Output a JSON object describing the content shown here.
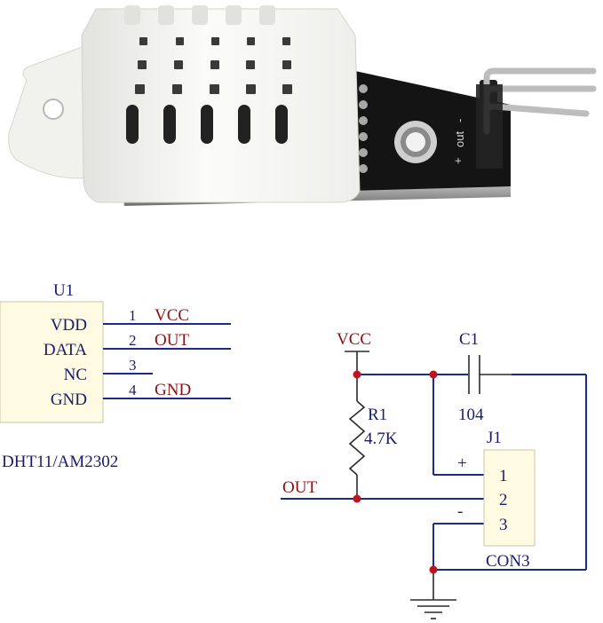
{
  "photo": {
    "pin_labels": {
      "plus": "+",
      "out": "out",
      "minus": "-"
    }
  },
  "symbol": {
    "ref": "U1",
    "pins": [
      {
        "name": "VDD",
        "number": "1",
        "net": "VCC"
      },
      {
        "name": "DATA",
        "number": "2",
        "net": "OUT"
      },
      {
        "name": "NC",
        "number": "3",
        "net": ""
      },
      {
        "name": "GND",
        "number": "4",
        "net": "GND"
      }
    ],
    "part_name": "DHT11/AM2302"
  },
  "circuit": {
    "vcc_label": "VCC",
    "out_label": "OUT",
    "resistor": {
      "ref": "R1",
      "value": "4.7K"
    },
    "capacitor": {
      "ref": "C1",
      "value": "104"
    },
    "connector": {
      "ref": "J1",
      "name": "CON3",
      "pins": [
        "1",
        "2",
        "3"
      ],
      "plus_mark": "+",
      "minus_mark": "-"
    }
  },
  "colors": {
    "wire": "#1c2a8c",
    "net_label": "#8b1010",
    "text": "#1a1a6e",
    "junction": "#c0141c",
    "housing": "#f4f4f2",
    "pcb": "#141414"
  }
}
